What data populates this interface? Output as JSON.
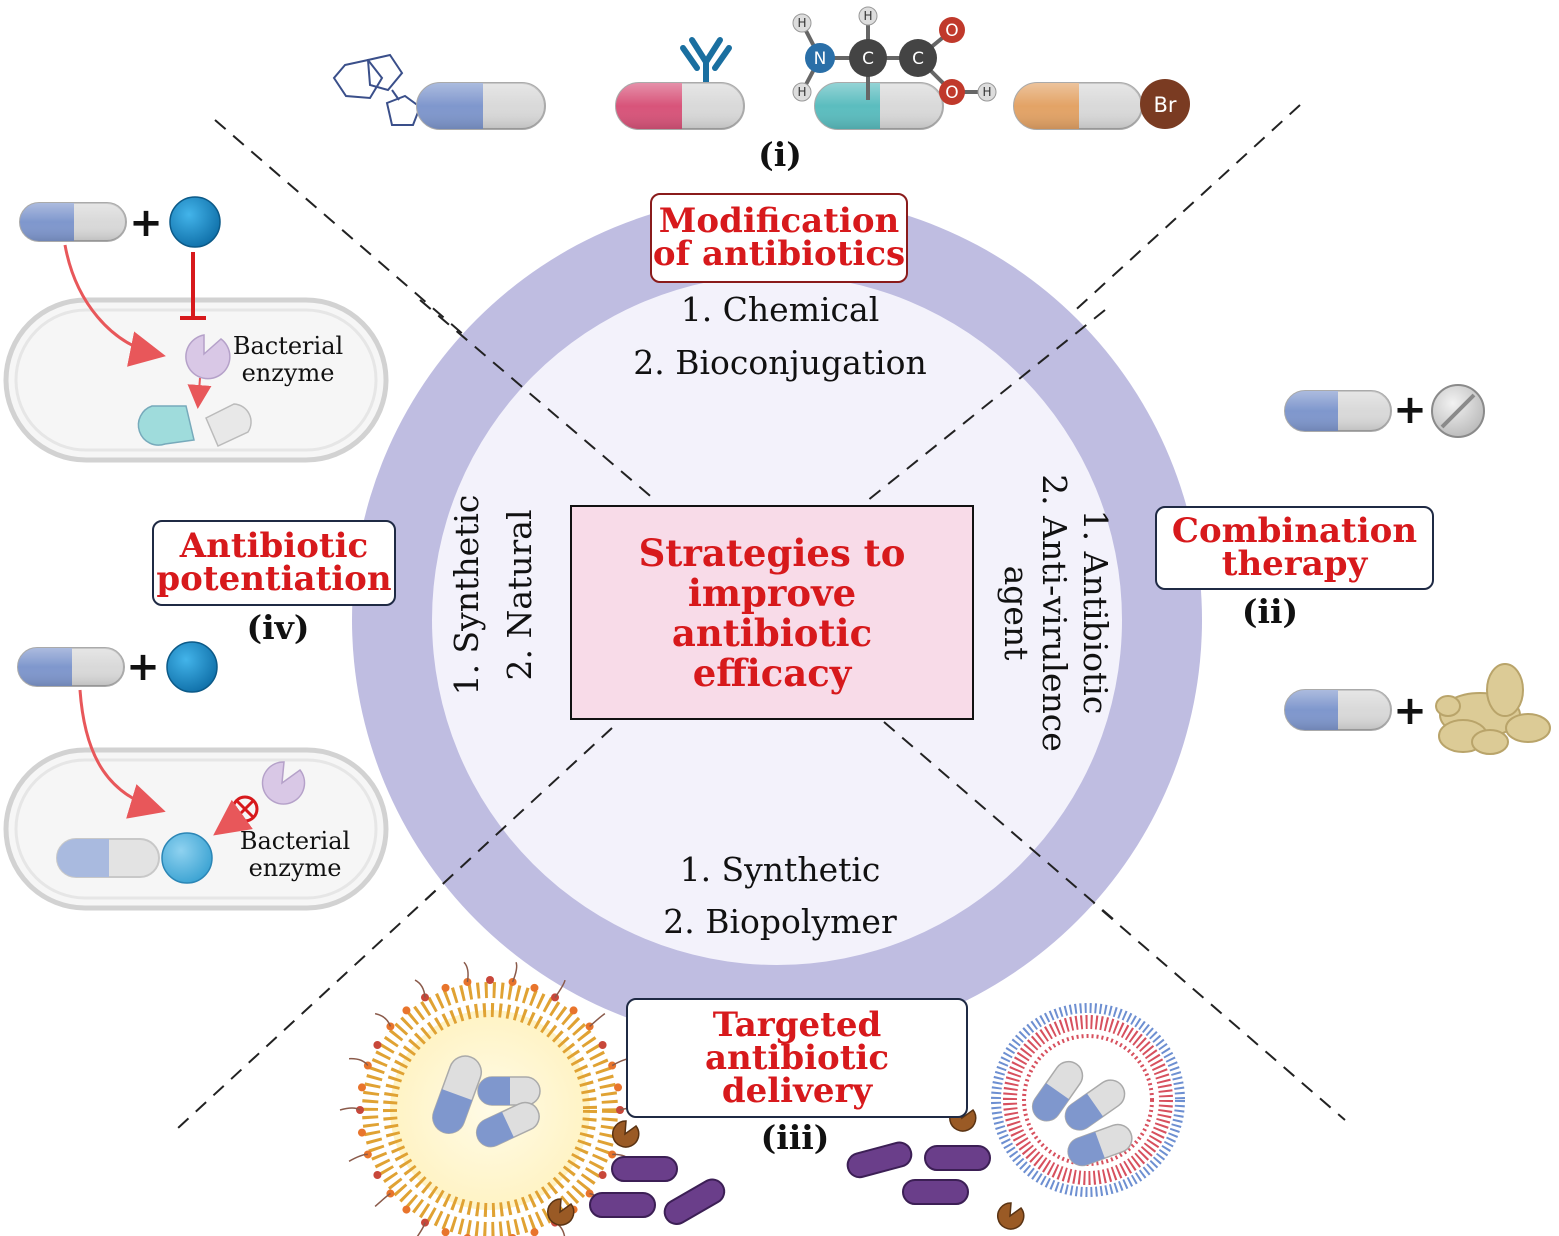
{
  "center": {
    "title": "Strategies to improve antibiotic efficacy"
  },
  "top": {
    "title": "Modification of antibiotics",
    "number": "(i)",
    "items": [
      "1. Chemical",
      "2. Bioconjugation"
    ],
    "atom_labels": [
      "H",
      "H",
      "N",
      "H",
      "C",
      "C",
      "O",
      "O",
      "H"
    ],
    "bromine": "Br"
  },
  "right": {
    "title": "Combination therapy",
    "number": "(ii)",
    "items": [
      "1. Antibiotic",
      "2. Anti-virulence agent"
    ]
  },
  "bottom": {
    "title": "Targeted antibiotic delivery",
    "number": "(iii)",
    "items": [
      "1. Synthetic",
      "2. Biopolymer"
    ]
  },
  "left": {
    "title": "Antibiotic potentiation",
    "number": "(iv)",
    "items": [
      "1. Synthetic",
      "2. Natural"
    ],
    "enzyme_label_top": "Bacterial enzyme",
    "enzyme_label_bottom": "Bacterial enzyme",
    "plus": "+"
  },
  "colors": {
    "ring": "#bfbde1",
    "inner_circle": "#f3f2fb",
    "center_fill": "#f8dbe8",
    "title_red": "#d7191c",
    "capsule_blue": "#7f97cd",
    "capsule_pink": "#d8547a",
    "capsule_teal": "#5bbdbf",
    "capsule_orange": "#e3a366",
    "adjuvant_blue": "#1487c6",
    "bacteria_purple": "#6a3e8a"
  }
}
